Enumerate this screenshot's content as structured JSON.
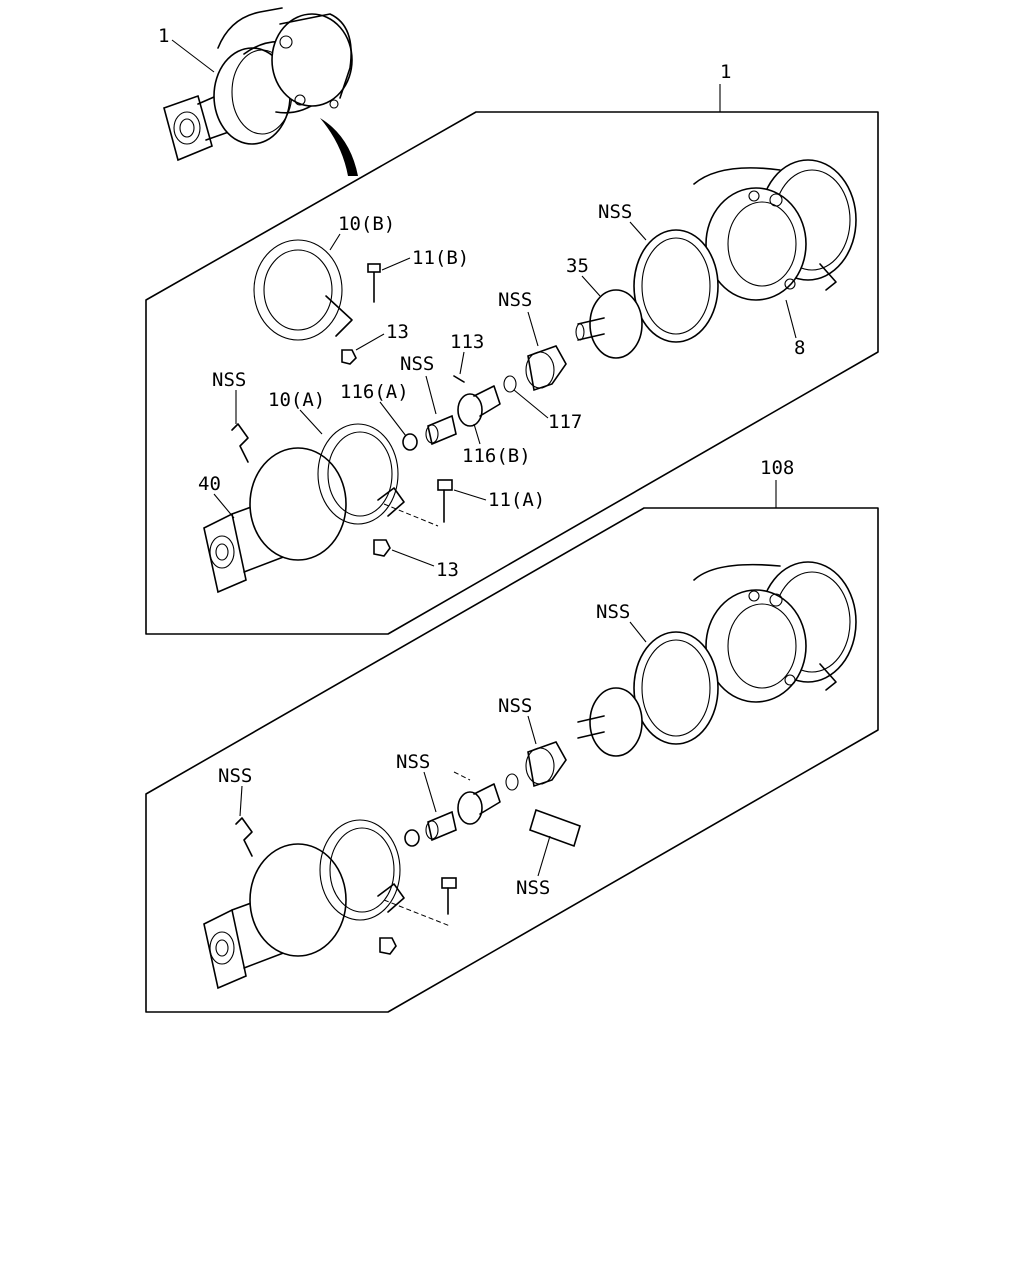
{
  "labels": {
    "assy_overview": "1",
    "group_a": "1",
    "group_b": "108",
    "clamp_b": "10(B)",
    "bolt_b": "11(B)",
    "nut_upper": "13",
    "nss_gasket_a": "NSS",
    "plate": "35",
    "part_8": "8",
    "nss_sleeve_a": "NSS",
    "part_113": "113",
    "nss_bush_a": "NSS",
    "part_116a": "116(A)",
    "part_117": "117",
    "part_116b": "116(B)",
    "nss_pipe_a": "NSS",
    "clamp_a": "10(A)",
    "pipe_40": "40",
    "bolt_a": "11(A)",
    "nut_lower": "13",
    "nss_gasket_b": "NSS",
    "nss_sleeve_b": "NSS",
    "nss_bush_b": "NSS",
    "nss_pipe_b": "NSS",
    "nss_nozzle_b": "NSS"
  }
}
